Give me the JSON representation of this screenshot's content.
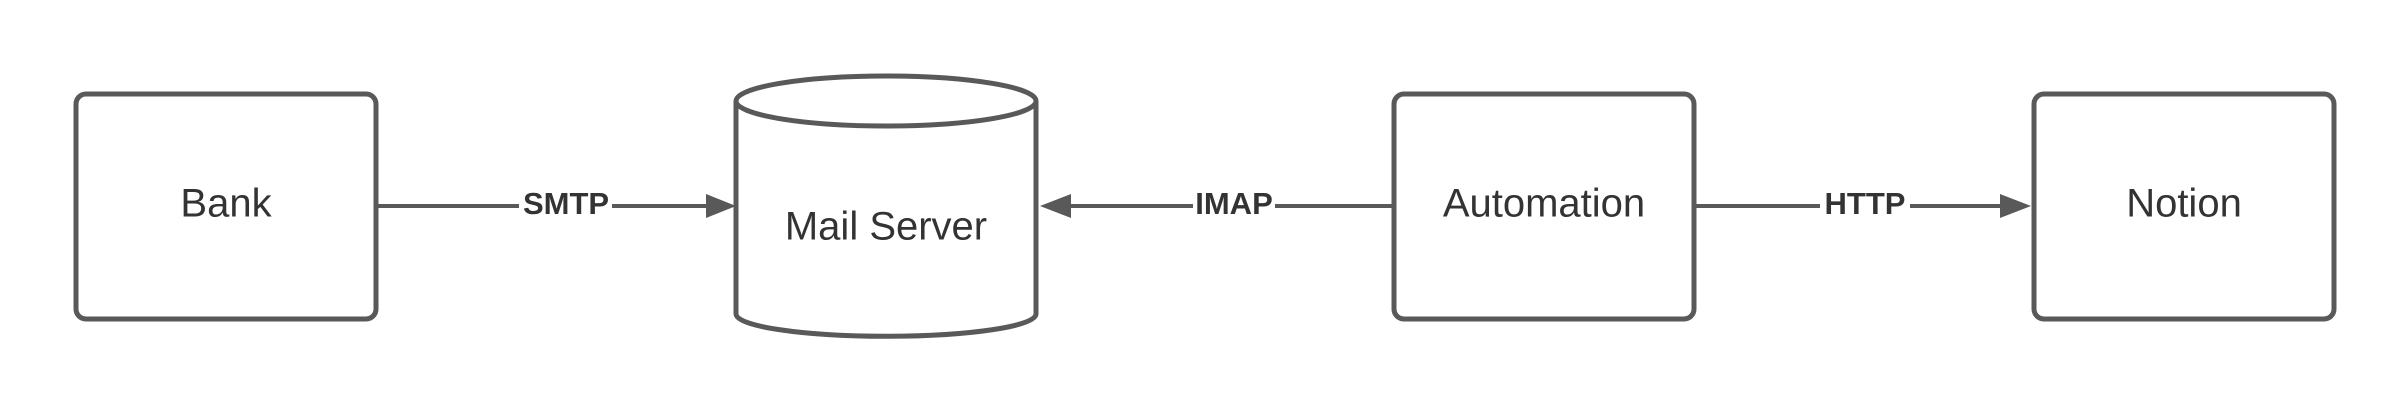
{
  "nodes": {
    "bank": {
      "label": "Bank",
      "shape": "box"
    },
    "mail_server": {
      "label": "Mail Server",
      "shape": "cylinder"
    },
    "automation": {
      "label": "Automation",
      "shape": "box"
    },
    "notion": {
      "label": "Notion",
      "shape": "box"
    }
  },
  "edges": [
    {
      "from": "Bank",
      "to": "Mail Server",
      "label": "SMTP"
    },
    {
      "from": "Automation",
      "to": "Mail Server",
      "label": "IMAP"
    },
    {
      "from": "Automation",
      "to": "Notion",
      "label": "HTTP"
    }
  ],
  "colors": {
    "stroke": "#595959",
    "text": "#333333",
    "fill": "#ffffff",
    "background": "#ffffff"
  }
}
